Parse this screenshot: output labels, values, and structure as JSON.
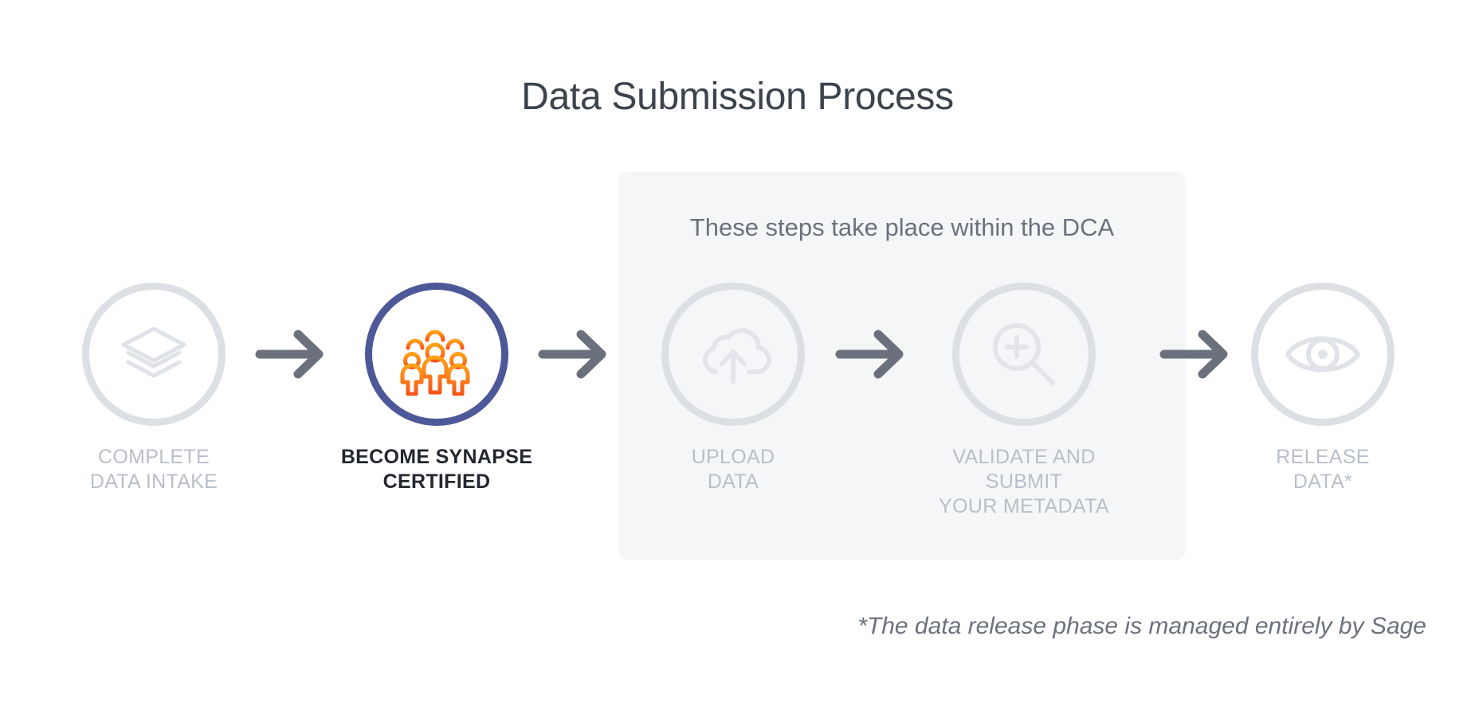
{
  "page": {
    "title": "Data Submission Process",
    "background": "#ffffff"
  },
  "colors": {
    "title_text": "#3c434c",
    "muted_gray": "#b9bfc8",
    "icon_gray": "#dcdfe4",
    "active_blue": "#4d5899",
    "accent_orange_light": "#ffa217",
    "accent_orange_dark": "#f8551a",
    "arrow_gray": "#6b717c",
    "panel_bg": "#f5f6f8",
    "footnote_text": "#6b717c"
  },
  "dca_panel": {
    "label": "These steps take place within the DCA"
  },
  "steps": [
    {
      "id": "complete-data-intake",
      "icon": "layers-icon",
      "label": "COMPLETE\nDATA INTAKE",
      "state": "muted"
    },
    {
      "id": "become-synapse-certified",
      "icon": "people-group-icon",
      "label": "BECOME SYNAPSE\nCERTIFIED",
      "state": "active"
    },
    {
      "id": "upload-data",
      "icon": "cloud-upload-icon",
      "label": "UPLOAD\nDATA",
      "state": "muted"
    },
    {
      "id": "validate-and-submit-your-metadata",
      "icon": "magnifier-plus-icon",
      "label": "VALIDATE AND SUBMIT\nYOUR METADATA",
      "state": "muted"
    },
    {
      "id": "release-data",
      "icon": "eye-icon",
      "label": "RELEASE\nDATA*",
      "state": "muted"
    }
  ],
  "arrows": [
    {
      "id": "arrow-1",
      "icon": "arrow-right-icon"
    },
    {
      "id": "arrow-2",
      "icon": "arrow-right-icon"
    },
    {
      "id": "arrow-3",
      "icon": "arrow-right-icon"
    },
    {
      "id": "arrow-4",
      "icon": "arrow-right-icon"
    }
  ],
  "footnote": {
    "text": "*The data release phase is managed entirely by Sage"
  }
}
